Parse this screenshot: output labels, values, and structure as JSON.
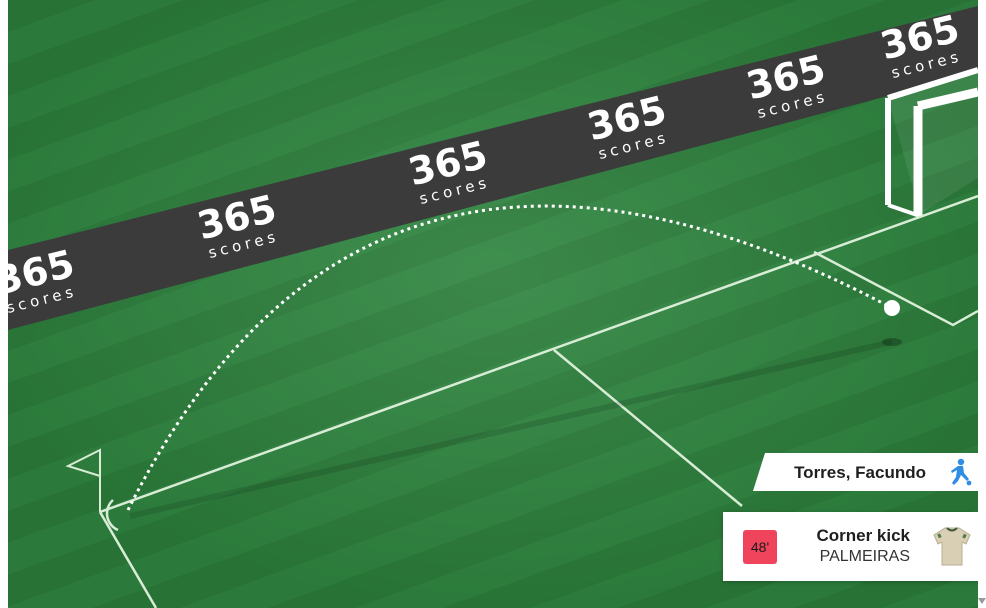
{
  "board": {
    "brand_top": "365",
    "brand_bottom": "scores"
  },
  "event": {
    "player": "Torres, Facundo",
    "minute": "48'",
    "title": "Corner kick",
    "team": "PALMEIRAS"
  },
  "icons": {
    "player": "player-kicking-icon",
    "jersey": "jersey-icon"
  },
  "colors": {
    "pitch_dark": "#2a7a38",
    "pitch_light": "#348a42",
    "board": "#3a3a3a",
    "minute_badge": "#f0445c",
    "player_icon": "#2f8de4",
    "jersey": "#d8cfb4"
  }
}
